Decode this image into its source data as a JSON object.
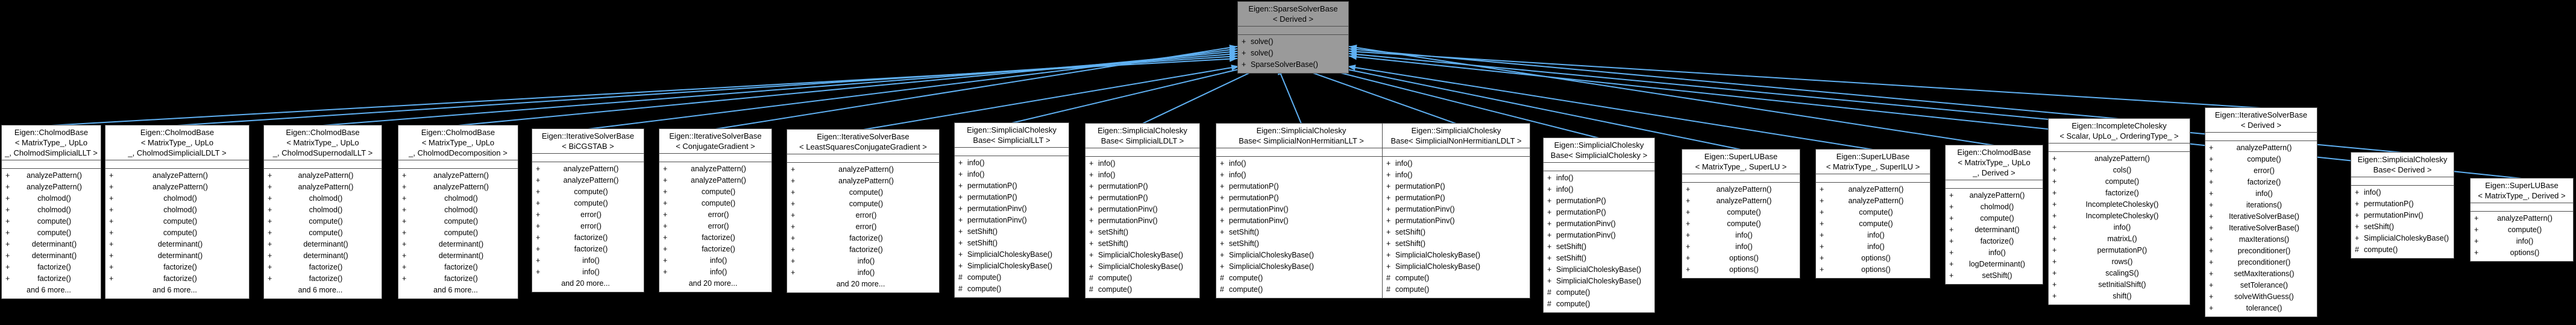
{
  "diagram": {
    "title": "Eigen::SparseSolverBase inheritance diagram",
    "colors": {
      "background": "#000000",
      "edge": "#5fb0f2",
      "border": "#4f4f4f",
      "box_fill": "#ffffff",
      "base_fill": "#9a9a9a",
      "text": "#000000"
    },
    "base_class": {
      "id": "sparse-solver-base-derived",
      "name_lines": [
        "Eigen::SparseSolverBase",
        "< Derived >"
      ],
      "methods": [
        "+ solve()",
        "+ solve()",
        "+ SparseSolverBase()"
      ]
    },
    "derived_classes": [
      {
        "id": "cholmod-base-cholmod-simplicial-llt",
        "name_lines": [
          "Eigen::CholmodBase",
          "< MatrixType_, UpLo",
          "_, CholmodSimplicialLLT >"
        ],
        "methods": [
          "+ analyzePattern()",
          "+ analyzePattern()",
          "+ cholmod()",
          "+ cholmod()",
          "+ compute()",
          "+ compute()",
          "+ determinant()",
          "+ determinant()",
          "+ factorize()",
          "+ factorize()"
        ],
        "more": "and 6 more..."
      },
      {
        "id": "cholmod-base-cholmod-simplicial-ldlt",
        "name_lines": [
          "Eigen::CholmodBase",
          "< MatrixType_, UpLo",
          "_, CholmodSimplicialLDLT >"
        ],
        "methods": [
          "+ analyzePattern()",
          "+ analyzePattern()",
          "+ cholmod()",
          "+ cholmod()",
          "+ compute()",
          "+ compute()",
          "+ determinant()",
          "+ determinant()",
          "+ factorize()",
          "+ factorize()"
        ],
        "more": "and 6 more..."
      },
      {
        "id": "cholmod-base-cholmod-supernodal-llt",
        "name_lines": [
          "Eigen::CholmodBase",
          "< MatrixType_, UpLo",
          "_, CholmodSupernodalLLT >"
        ],
        "methods": [
          "+ analyzePattern()",
          "+ analyzePattern()",
          "+ cholmod()",
          "+ cholmod()",
          "+ compute()",
          "+ compute()",
          "+ determinant()",
          "+ determinant()",
          "+ factorize()",
          "+ factorize()"
        ],
        "more": "and 6 more..."
      },
      {
        "id": "cholmod-base-cholmod-decomposition",
        "name_lines": [
          "Eigen::CholmodBase",
          "< MatrixType_, UpLo",
          "_, CholmodDecomposition >"
        ],
        "methods": [
          "+ analyzePattern()",
          "+ analyzePattern()",
          "+ cholmod()",
          "+ cholmod()",
          "+ compute()",
          "+ compute()",
          "+ determinant()",
          "+ determinant()",
          "+ factorize()",
          "+ factorize()"
        ],
        "more": "and 6 more..."
      },
      {
        "id": "iterative-solver-base-bicgstab",
        "name_lines": [
          "Eigen::IterativeSolverBase",
          "< BiCGSTAB >"
        ],
        "methods": [
          "+ analyzePattern()",
          "+ analyzePattern()",
          "+ compute()",
          "+ compute()",
          "+ error()",
          "+ error()",
          "+ factorize()",
          "+ factorize()",
          "+ info()",
          "+ info()"
        ],
        "more": "and 20 more..."
      },
      {
        "id": "iterative-solver-base-conjugate-gradient",
        "name_lines": [
          "Eigen::IterativeSolverBase",
          "< ConjugateGradient >"
        ],
        "methods": [
          "+ analyzePattern()",
          "+ analyzePattern()",
          "+ compute()",
          "+ compute()",
          "+ error()",
          "+ error()",
          "+ factorize()",
          "+ factorize()",
          "+ info()",
          "+ info()"
        ],
        "more": "and 20 more..."
      },
      {
        "id": "iterative-solver-base-least-squares-conjugate-gradient",
        "name_lines": [
          "Eigen::IterativeSolverBase",
          "< LeastSquaresConjugateGradient >"
        ],
        "methods": [
          "+ analyzePattern()",
          "+ analyzePattern()",
          "+ compute()",
          "+ compute()",
          "+ error()",
          "+ error()",
          "+ factorize()",
          "+ factorize()",
          "+ info()",
          "+ info()"
        ],
        "more": "and 20 more..."
      },
      {
        "id": "simplicial-cholesky-base-simplicial-llt",
        "name_lines": [
          "Eigen::SimplicialCholesky",
          "Base< SimplicialLLT >"
        ],
        "methods": [
          "+ info()",
          "+ info()",
          "+ permutationP()",
          "+ permutationP()",
          "+ permutationPinv()",
          "+ permutationPinv()",
          "+ setShift()",
          "+ setShift()",
          "+ SimplicialCholeskyBase()",
          "+ SimplicialCholeskyBase()",
          "# compute()",
          "# compute()"
        ]
      },
      {
        "id": "simplicial-cholesky-base-simplicial-ldlt",
        "name_lines": [
          "Eigen::SimplicialCholesky",
          "Base< SimplicialLDLT >"
        ],
        "methods": [
          "+ info()",
          "+ info()",
          "+ permutationP()",
          "+ permutationP()",
          "+ permutationPinv()",
          "+ permutationPinv()",
          "+ setShift()",
          "+ setShift()",
          "+ SimplicialCholeskyBase()",
          "+ SimplicialCholeskyBase()",
          "# compute()",
          "# compute()"
        ]
      },
      {
        "id": "simplicial-cholesky-base-simplicial-non-hermitian-llt",
        "name_lines": [
          "Eigen::SimplicialCholesky",
          "Base< SimplicialNonHermitianLLT >"
        ],
        "methods": [
          "+ info()",
          "+ info()",
          "+ permutationP()",
          "+ permutationP()",
          "+ permutationPinv()",
          "+ permutationPinv()",
          "+ setShift()",
          "+ setShift()",
          "+ SimplicialCholeskyBase()",
          "+ SimplicialCholeskyBase()",
          "# compute()",
          "# compute()"
        ]
      },
      {
        "id": "simplicial-cholesky-base-simplicial-non-hermitian-ldlt",
        "name_lines": [
          "Eigen::SimplicialCholesky",
          "Base< SimplicialNonHermitianLDLT >"
        ],
        "methods": [
          "+ info()",
          "+ info()",
          "+ permutationP()",
          "+ permutationP()",
          "+ permutationPinv()",
          "+ permutationPinv()",
          "+ setShift()",
          "+ setShift()",
          "+ SimplicialCholeskyBase()",
          "+ SimplicialCholeskyBase()",
          "# compute()",
          "# compute()"
        ]
      },
      {
        "id": "simplicial-cholesky-base-simplicial-cholesky",
        "name_lines": [
          "Eigen::SimplicialCholesky",
          "Base< SimplicialCholesky >"
        ],
        "methods": [
          "+ info()",
          "+ info()",
          "+ permutationP()",
          "+ permutationP()",
          "+ permutationPinv()",
          "+ permutationPinv()",
          "+ setShift()",
          "+ setShift()",
          "+ SimplicialCholeskyBase()",
          "+ SimplicialCholeskyBase()",
          "# compute()",
          "# compute()"
        ]
      },
      {
        "id": "superlu-base-superlu",
        "name_lines": [
          "Eigen::SuperLUBase",
          "< MatrixType_, SuperLU >"
        ],
        "methods": [
          "+ analyzePattern()",
          "+ analyzePattern()",
          "+ compute()",
          "+ compute()",
          "+ info()",
          "+ info()",
          "+ options()",
          "+ options()"
        ]
      },
      {
        "id": "superlu-base-superilu",
        "name_lines": [
          "Eigen::SuperLUBase",
          "< MatrixType_, SuperILU >"
        ],
        "methods": [
          "+ analyzePattern()",
          "+ analyzePattern()",
          "+ compute()",
          "+ compute()",
          "+ info()",
          "+ info()",
          "+ options()",
          "+ options()"
        ]
      },
      {
        "id": "cholmod-base-derived",
        "name_lines": [
          "Eigen::CholmodBase",
          "< MatrixType_, UpLo",
          "_, Derived >"
        ],
        "methods": [
          "+ analyzePattern()",
          "+ cholmod()",
          "+ compute()",
          "+ determinant()",
          "+ factorize()",
          "+ info()",
          "+ logDeterminant()",
          "+ setShift()"
        ]
      },
      {
        "id": "incomplete-cholesky",
        "name_lines": [
          "Eigen::IncompleteCholesky",
          "< Scalar, UpLo_, OrderingType_ >"
        ],
        "methods": [
          "+ analyzePattern()",
          "+ cols()",
          "+ compute()",
          "+ factorize()",
          "+ IncompleteCholesky()",
          "+ IncompleteCholesky()",
          "+ info()",
          "+ matrixL()",
          "+ permutationP()",
          "+ rows()",
          "+ scalingS()",
          "+ setInitialShift()",
          "+ shift()"
        ]
      },
      {
        "id": "iterative-solver-base-derived",
        "name_lines": [
          "Eigen::IterativeSolverBase",
          "< Derived >"
        ],
        "methods": [
          "+ analyzePattern()",
          "+ compute()",
          "+ error()",
          "+ factorize()",
          "+ info()",
          "+ iterations()",
          "+ IterativeSolverBase()",
          "+ IterativeSolverBase()",
          "+ maxIterations()",
          "+ preconditioner()",
          "+ preconditioner()",
          "+ setMaxIterations()",
          "+ setTolerance()",
          "+ solveWithGuess()",
          "+ tolerance()"
        ]
      },
      {
        "id": "simplicial-cholesky-base-derived",
        "name_lines": [
          "Eigen::SimplicialCholesky",
          "Base< Derived >"
        ],
        "methods": [
          "+ info()",
          "+ permutationP()",
          "+ permutationPinv()",
          "+ setShift()",
          "+ SimplicialCholeskyBase()",
          "# compute()"
        ]
      },
      {
        "id": "superlu-base-derived",
        "name_lines": [
          "Eigen::SuperLUBase",
          "< MatrixType_, Derived >"
        ],
        "methods": [
          "+ analyzePattern()",
          "+ compute()",
          "+ info()",
          "+ options()"
        ]
      }
    ]
  }
}
